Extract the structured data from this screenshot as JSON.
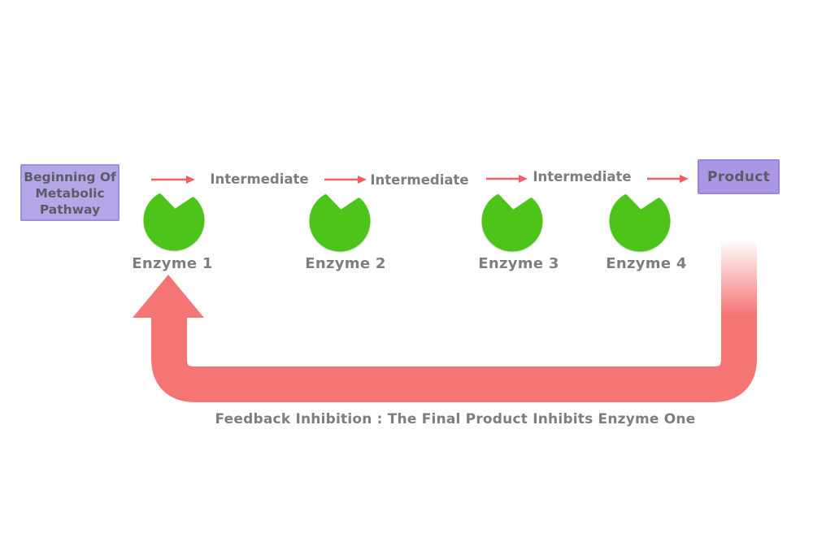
{
  "diagram": {
    "start_box": {
      "line1": "Beginning Of",
      "line2": "Metabolic",
      "line3": "Pathway"
    },
    "product_box": {
      "label": "Product"
    },
    "intermediates": [
      "Intermediate",
      "Intermediate",
      "Intermediate"
    ],
    "enzymes": [
      {
        "label": "Enzyme 1"
      },
      {
        "label": "Enzyme 2"
      },
      {
        "label": "Enzyme 3"
      },
      {
        "label": "Enzyme 4"
      }
    ],
    "caption": "Feedback Inhibition : The Final Product Inhibits Enzyme One",
    "colors": {
      "enzyme_green": "#4cc41a",
      "feedback_pink": "#f57575",
      "thin_arrow_red": "#f25f63",
      "start_box_purple": "#b5a6e9",
      "product_box_purple": "#ab96e4",
      "label_gray": "#7e7e7e",
      "box_text_gray": "#5c5c66"
    }
  }
}
